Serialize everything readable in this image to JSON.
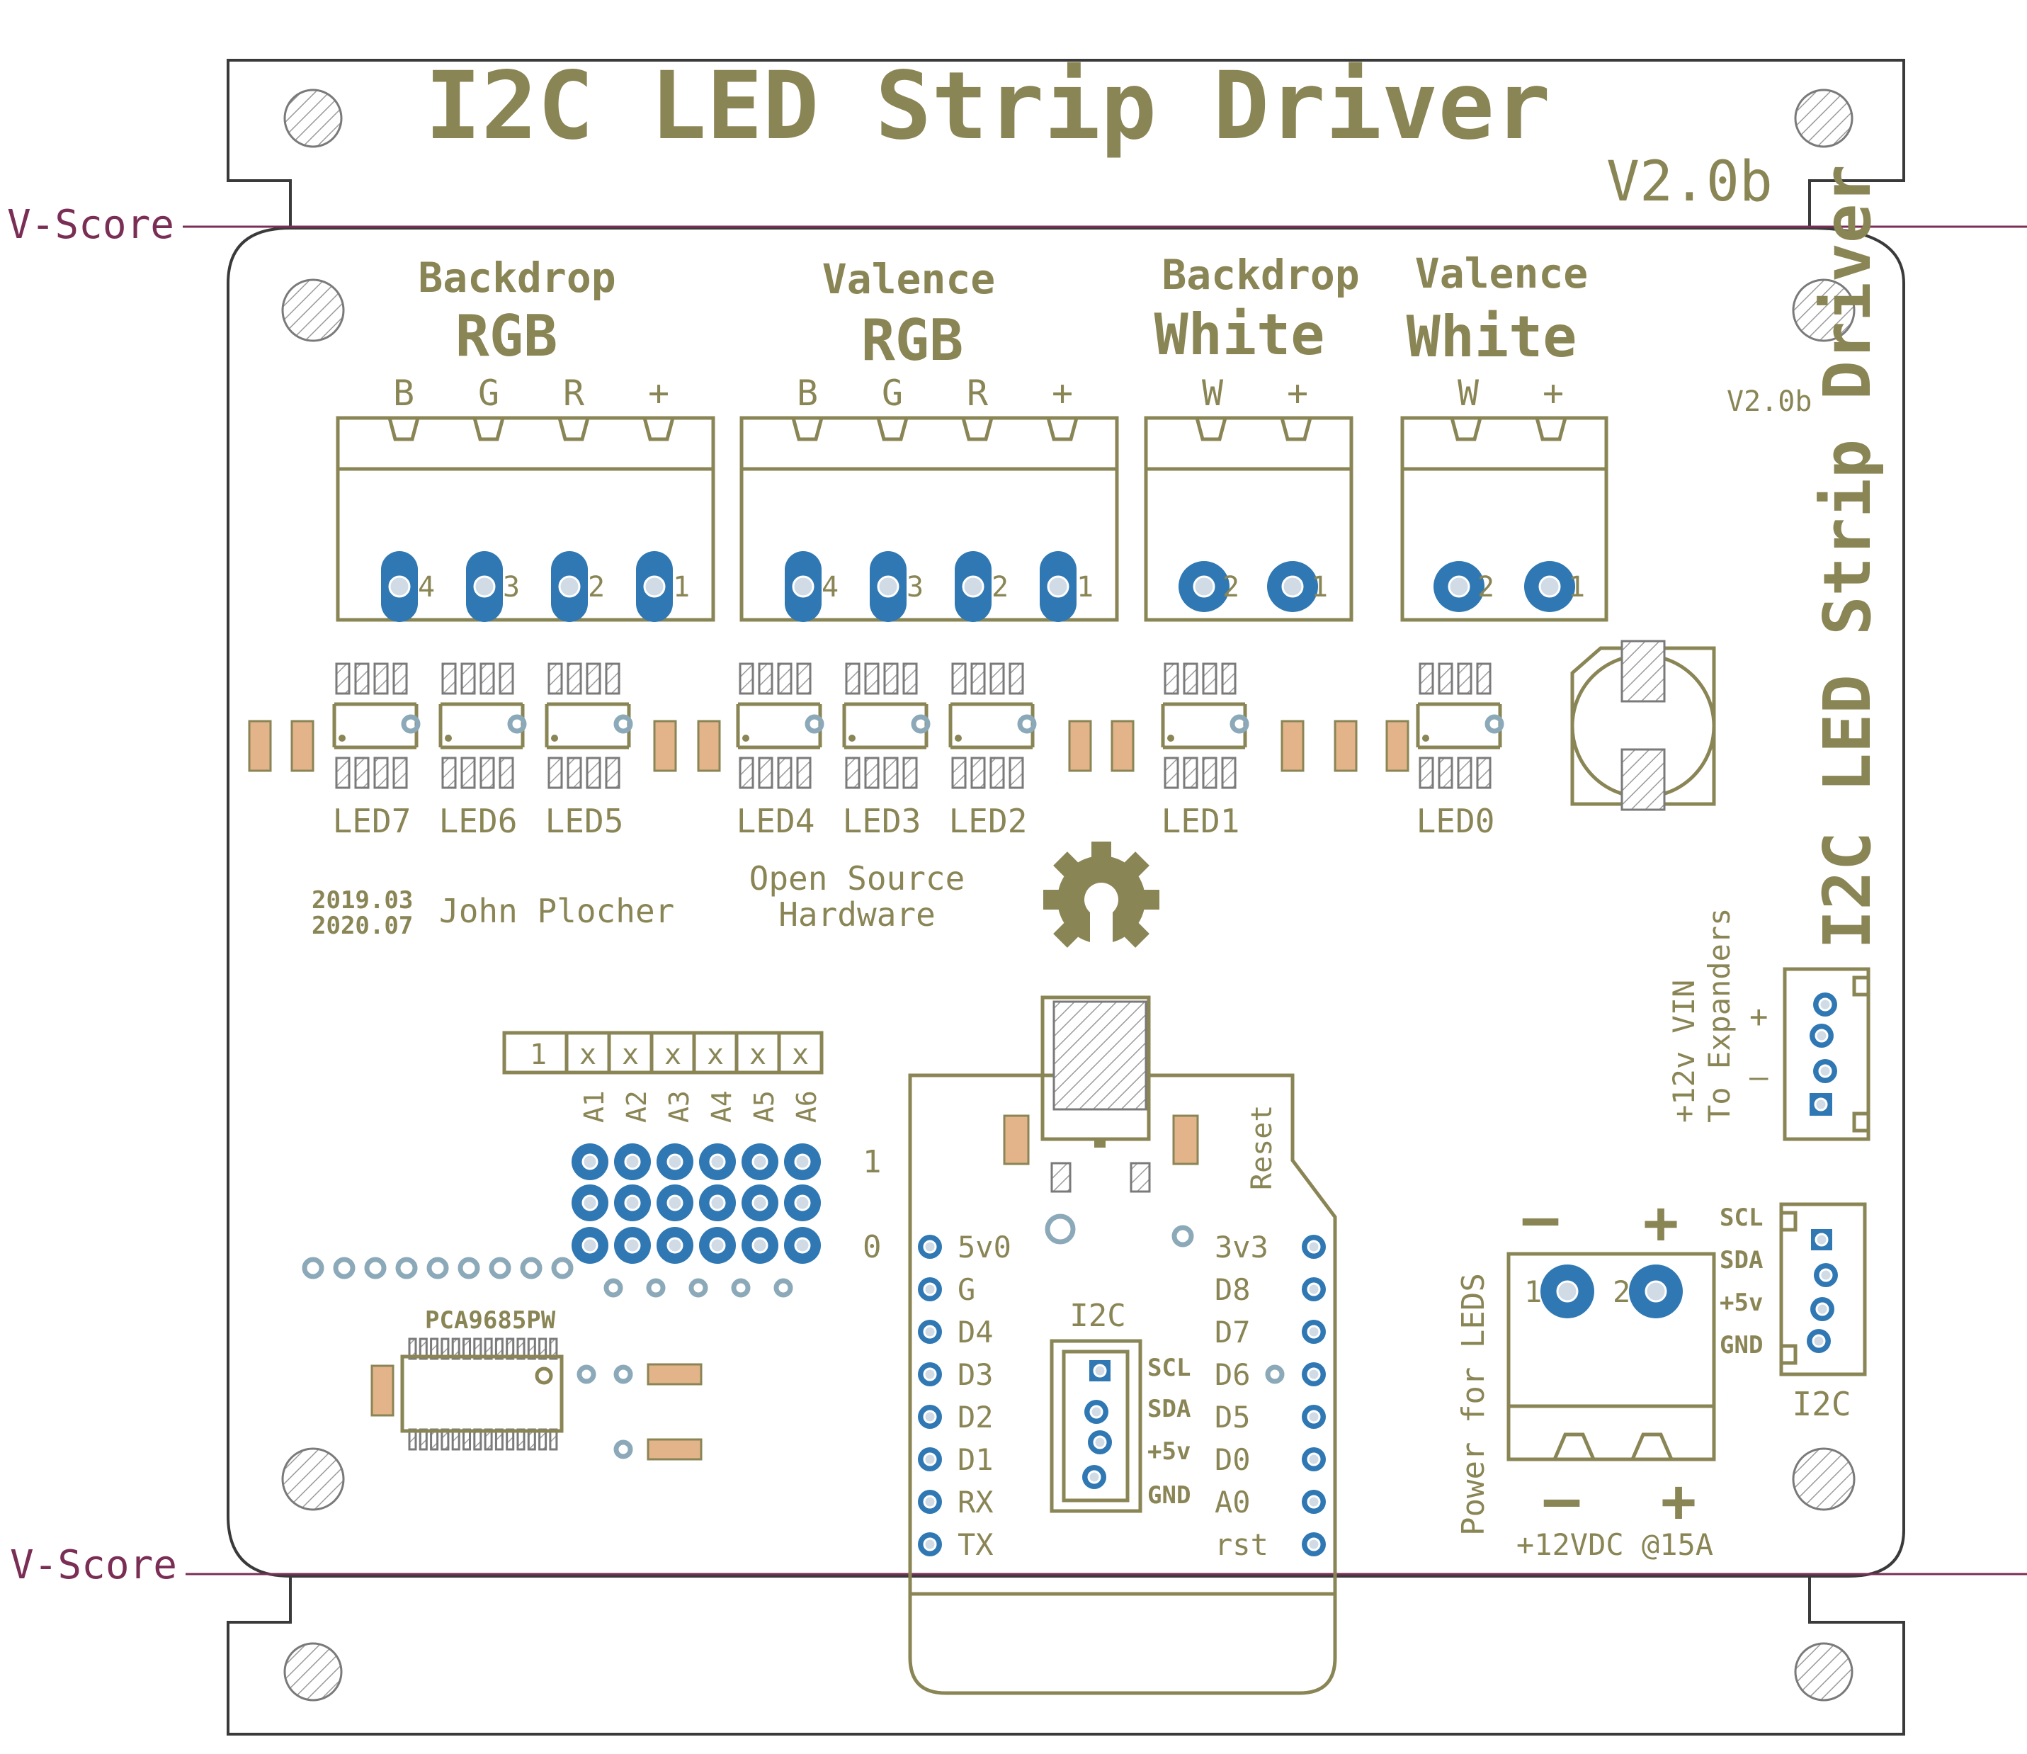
{
  "title": "I2C LED Strip Driver",
  "version": "V2.0b",
  "side_title": "I2C LED Strip Driver",
  "side_version": "V2.0b",
  "vscore_label": "V-Score",
  "colors": {
    "silkscreen": "#8a8555",
    "pad": "#2f78b3",
    "vscore": "#7a2e55",
    "smd": "#e3b38a"
  },
  "connectors": [
    {
      "heading": "Backdrop",
      "subheading": "RGB",
      "pins": [
        "B",
        "G",
        "R",
        "+"
      ],
      "pin_numbers": [
        "4",
        "3",
        "2",
        "1"
      ]
    },
    {
      "heading": "Valence",
      "subheading": "RGB",
      "pins": [
        "B",
        "G",
        "R",
        "+"
      ],
      "pin_numbers": [
        "4",
        "3",
        "2",
        "1"
      ]
    },
    {
      "heading": "Backdrop",
      "subheading": "White",
      "pins": [
        "W",
        "+"
      ],
      "pin_numbers": [
        "2",
        "1"
      ]
    },
    {
      "heading": "Valence",
      "subheading": "White",
      "pins": [
        "W",
        "+"
      ],
      "pin_numbers": [
        "2",
        "1"
      ]
    }
  ],
  "led_labels": [
    "LED7",
    "LED6",
    "LED5",
    "LED4",
    "LED3",
    "LED2",
    "LED1",
    "LED0"
  ],
  "credit": {
    "date1": "2019.03",
    "date2": "2020.07",
    "author": "John Plocher"
  },
  "oshw": {
    "line1": "Open Source",
    "line2": "Hardware"
  },
  "address": {
    "cells": [
      "1",
      "x",
      "x",
      "x",
      "x",
      "x",
      "x"
    ],
    "labels": [
      "A1",
      "A2",
      "A3",
      "A4",
      "A5",
      "A6"
    ],
    "row1": "1",
    "row0": "0"
  },
  "chip_label": "PCA9685PW",
  "mcu": {
    "left_pins": [
      "5v0",
      "G",
      "D4",
      "D3",
      "D2",
      "D1",
      "RX",
      "TX"
    ],
    "right_pins": [
      "3v3",
      "D8",
      "D7",
      "D6",
      "D5",
      "D0",
      "A0",
      "rst"
    ],
    "reset_label": "Reset",
    "i2c_label": "I2C",
    "i2c_pins": [
      "SCL",
      "SDA",
      "+5v",
      "GND"
    ]
  },
  "expander": {
    "line1": "+12v VIN",
    "line2": "To Expanders",
    "plus": "+",
    "minus": "–"
  },
  "i2c_right": {
    "pins": [
      "SCL",
      "SDA",
      "+5v",
      "GND"
    ],
    "label": "I2C"
  },
  "power": {
    "side_label": "Power for LEDS",
    "minus_top": "–",
    "plus_top": "+",
    "pin1": "1",
    "pin2": "2",
    "minus_bottom": "–",
    "plus_bottom": "+",
    "rating": "+12VDC @15A"
  }
}
